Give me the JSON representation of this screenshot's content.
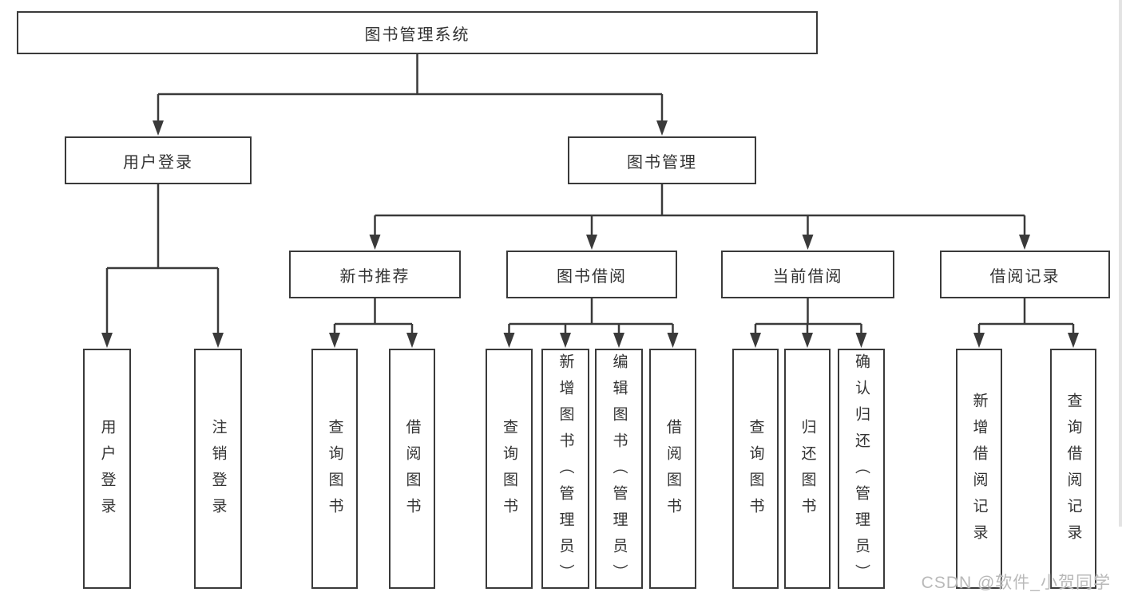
{
  "title": "图书管理系统",
  "watermark": "CSDN @软件_小贺同学",
  "colors": {
    "line": "#3a3a3a",
    "box_border": "#3a3a3a",
    "box_fill": "#ffffff",
    "text": "#333333",
    "watermark": "#b9b9b9"
  },
  "tree": {
    "label": "图书管理系统",
    "children": [
      {
        "label": "用户登录",
        "children": [
          {
            "label": "用户登录"
          },
          {
            "label": "注销登录"
          }
        ]
      },
      {
        "label": "图书管理",
        "children": [
          {
            "label": "新书推荐",
            "children": [
              {
                "label": "查询图书"
              },
              {
                "label": "借阅图书"
              }
            ]
          },
          {
            "label": "图书借阅",
            "children": [
              {
                "label": "查询图书"
              },
              {
                "label": "新增图书（管理员）"
              },
              {
                "label": "编辑图书（管理员）"
              },
              {
                "label": "借阅图书"
              }
            ]
          },
          {
            "label": "当前借阅",
            "children": [
              {
                "label": "查询图书"
              },
              {
                "label": "归还图书"
              },
              {
                "label": "确认归还（管理员）"
              }
            ]
          },
          {
            "label": "借阅记录",
            "children": [
              {
                "label": "新增借阅记录"
              },
              {
                "label": "查询借阅记录"
              }
            ]
          }
        ]
      }
    ]
  }
}
